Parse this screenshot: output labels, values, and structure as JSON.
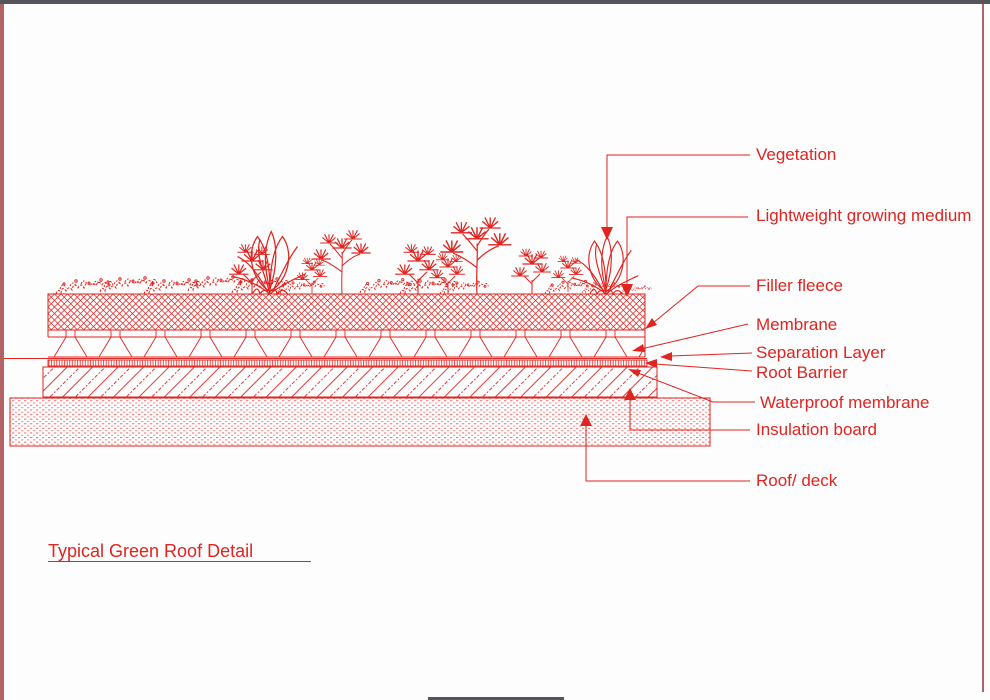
{
  "colors": {
    "line_red": "#e02420",
    "frame_top_gray": "#55565c",
    "frame_side_rose": "#b26366",
    "background": "#fdfdfd"
  },
  "drawing": {
    "title": "Typical Green Roof Detail",
    "annotations": [
      {
        "id": "vegetation",
        "label": "Vegetation"
      },
      {
        "id": "growing-medium",
        "label": "Lightweight growing medium"
      },
      {
        "id": "filler-fleece",
        "label": "Filler fleece"
      },
      {
        "id": "membrane",
        "label": "Membrane"
      },
      {
        "id": "separation-layer",
        "label": "Separation Layer"
      },
      {
        "id": "root-barrier",
        "label": "Root Barrier"
      },
      {
        "id": "waterproof-membrane",
        "label": "Waterproof membrane"
      },
      {
        "id": "insulation-board",
        "label": "Insulation board"
      },
      {
        "id": "roof-deck",
        "label": "Roof/ deck"
      }
    ]
  }
}
